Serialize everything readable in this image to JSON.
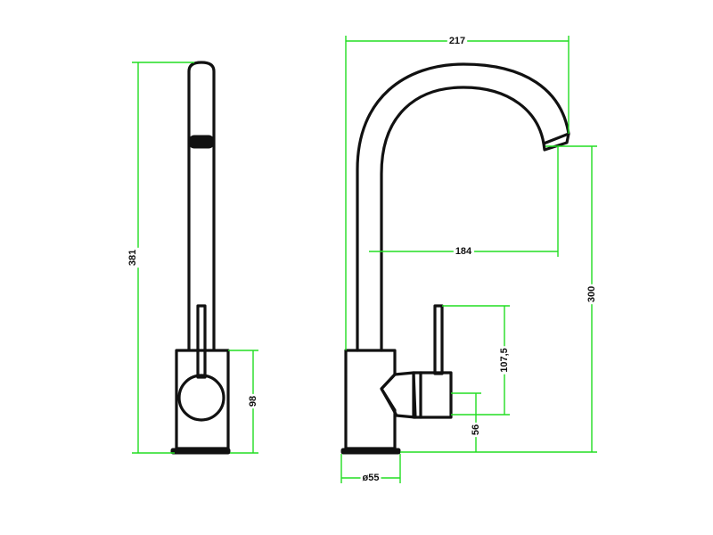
{
  "colors": {
    "outline": "#111111",
    "dimension": "#22dd22",
    "background": "#ffffff"
  },
  "dimensions": {
    "side_total_height": "381",
    "side_body_height": "98",
    "front_total_width": "217",
    "front_spout_reach": "184",
    "front_outlet_height": "300",
    "front_handle_height": "107,5",
    "front_handle_base": "56",
    "front_base_diameter": "ø55"
  }
}
